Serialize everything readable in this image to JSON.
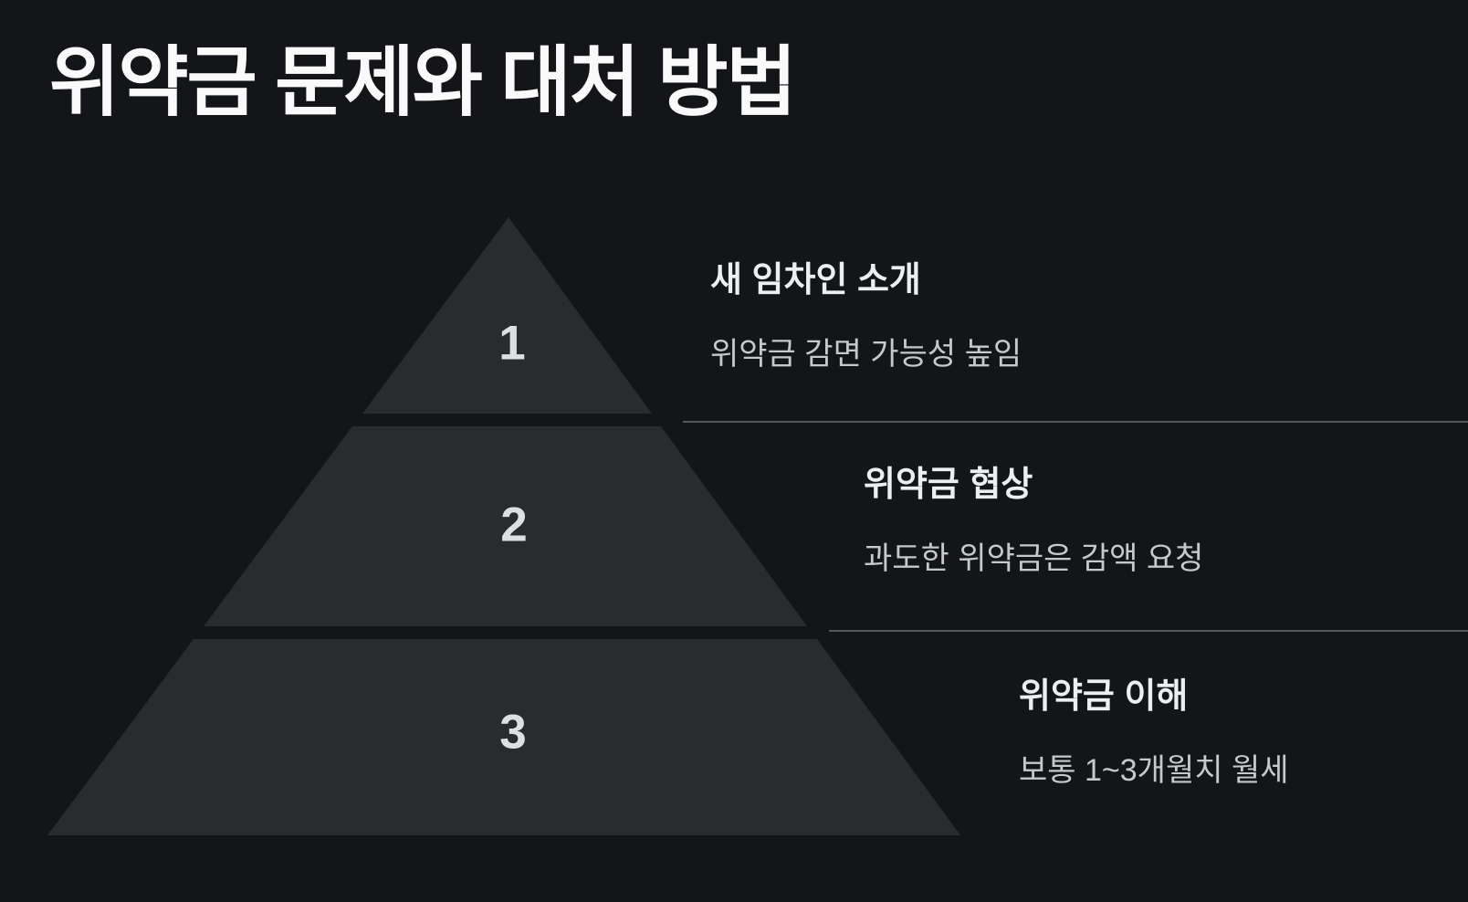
{
  "title": "위약금 문제와 대처 방법",
  "pyramid": {
    "levels": [
      {
        "number": "1",
        "heading": "새 임차인 소개",
        "description": "위약금 감면 가능성 높임"
      },
      {
        "number": "2",
        "heading": "위약금 협상",
        "description": "과도한 위약금은 감액 요청"
      },
      {
        "number": "3",
        "heading": "위약금 이해",
        "description": "보통 1~3개월치 월세"
      }
    ]
  },
  "colors": {
    "background": "#141519",
    "segment": "#2a2b2e",
    "divider": "#54565a",
    "title": "#fafafa",
    "heading": "#eceef0",
    "description": "#c6c8cc",
    "number": "#dde0e2"
  }
}
